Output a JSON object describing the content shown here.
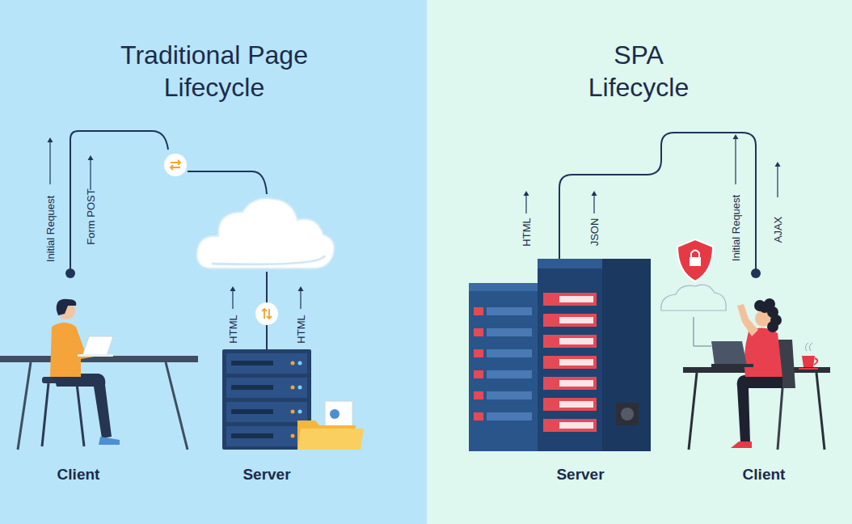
{
  "diagram": {
    "nodes": [
      {
        "text": [
          "Traditional Page Lifecycle"
        ]
      },
      {
        "text": [
          "SPA Lifecycle"
        ]
      }
    ],
    "labels": [
      "Initial Request",
      "Form POST",
      "HTML",
      "HTML",
      "Client",
      "Server",
      "HTML",
      "JSON",
      "Initial Request",
      "AJAX",
      "Server",
      "Client"
    ]
  }
}
